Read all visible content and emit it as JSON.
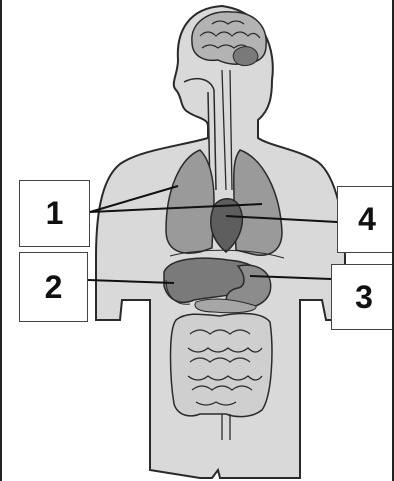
{
  "labels": {
    "one": "1",
    "two": "2",
    "three": "3",
    "four": "4"
  },
  "colors": {
    "body_fill": "#d9d9d9",
    "organ_fill": "#8c8c8c",
    "organ_dark": "#5e5e5e",
    "outline": "#2a2a2a"
  }
}
